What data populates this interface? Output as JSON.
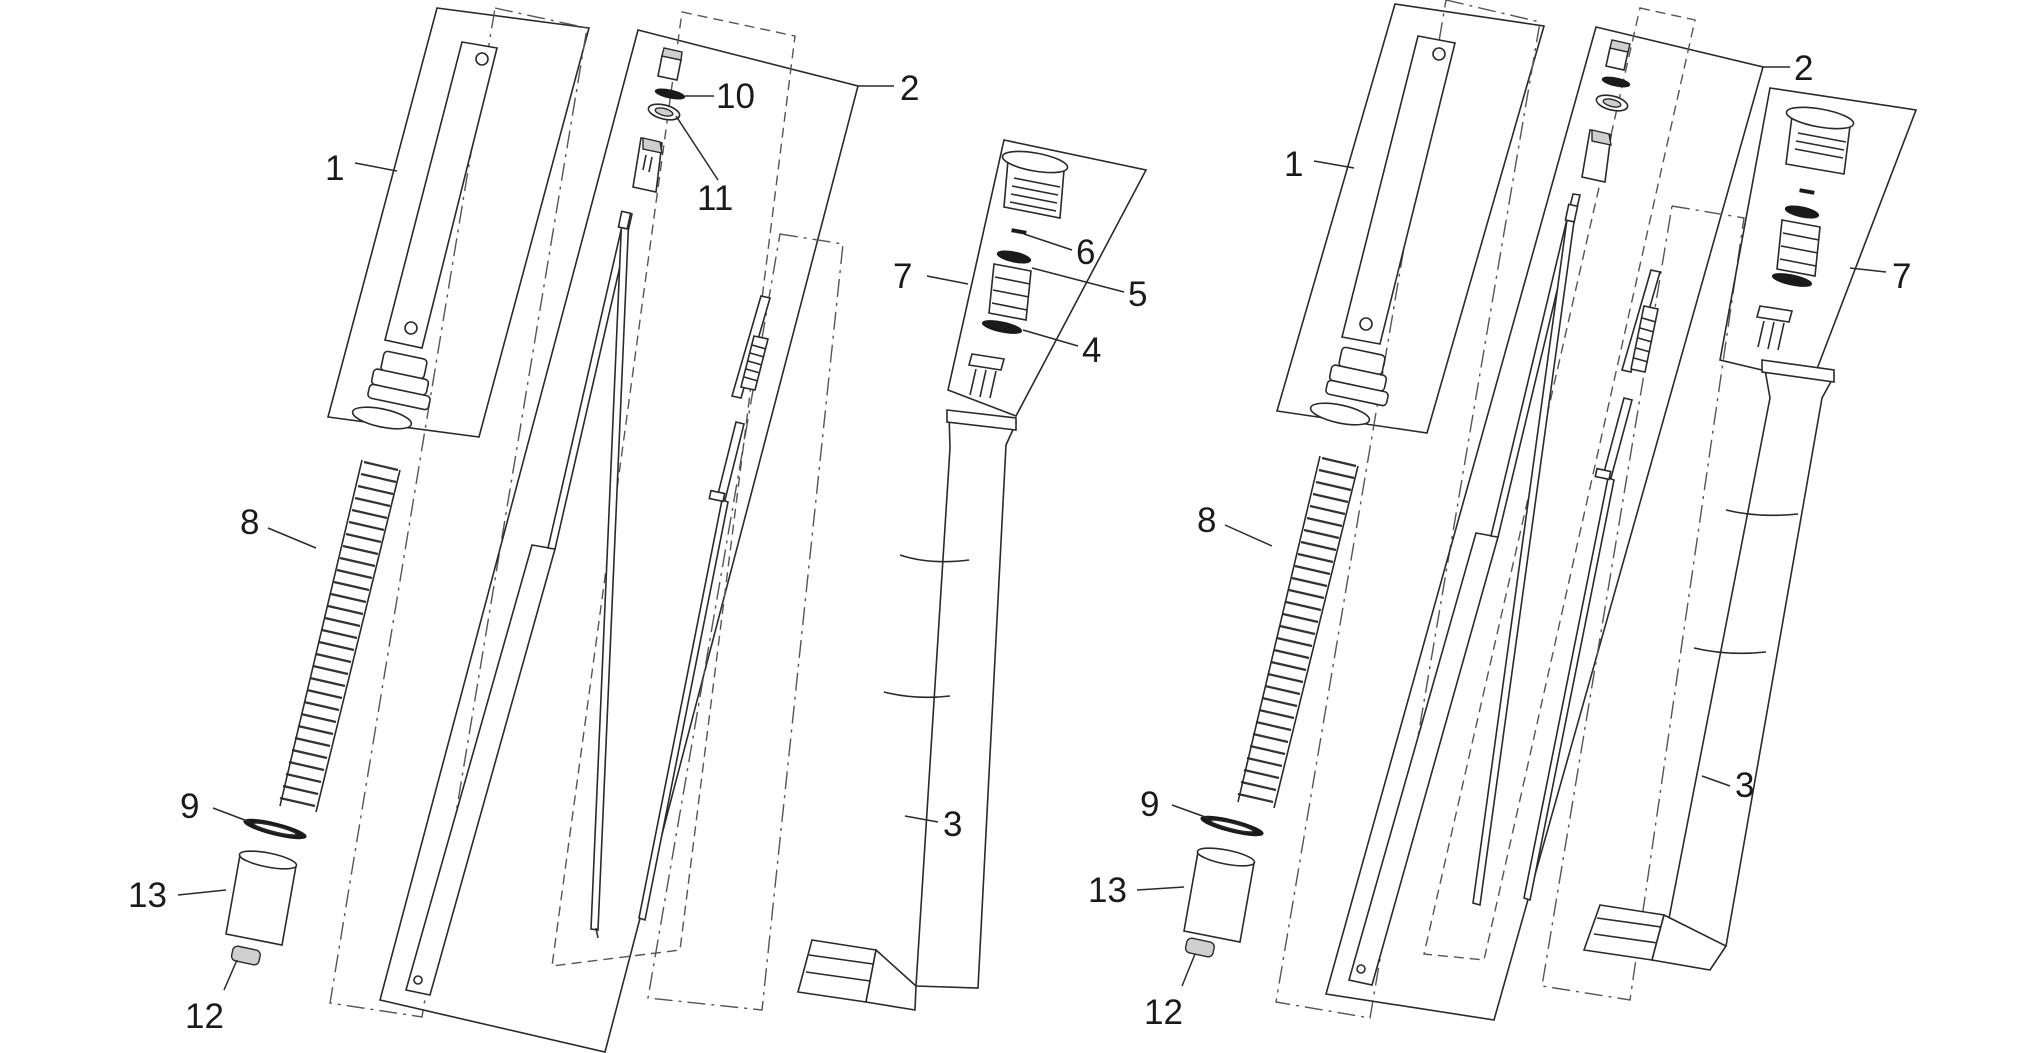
{
  "callouts": {
    "left": {
      "c1": "1",
      "c2": "2",
      "c3": "3",
      "c4": "4",
      "c5": "5",
      "c6": "6",
      "c7": "7",
      "c8": "8",
      "c9": "9",
      "c10": "10",
      "c11": "11",
      "c12": "12",
      "c13": "13"
    },
    "right": {
      "c1": "1",
      "c2": "2",
      "c3": "3",
      "c7": "7",
      "c8": "8",
      "c9": "9",
      "c12": "12",
      "c13": "13"
    }
  },
  "colors": {
    "line": "#2a2a2a",
    "shade": "#cfcfcf",
    "background": "#ffffff"
  }
}
